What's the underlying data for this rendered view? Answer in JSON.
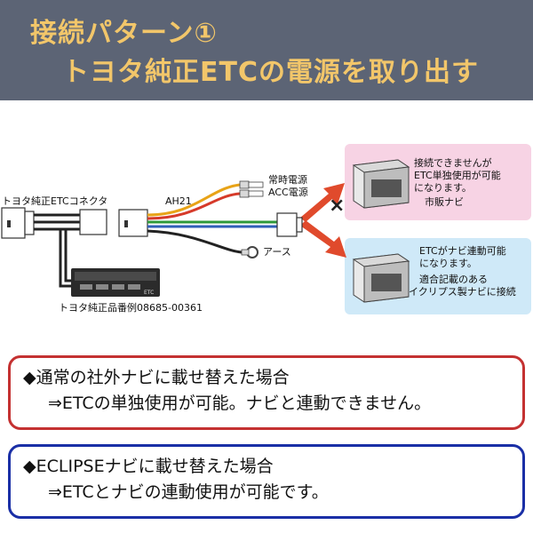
{
  "header": {
    "title_line1": "接続パターン①",
    "title_line2": "トヨタ純正ETCの電源を取り出す",
    "bg_color": "#5c6475",
    "text_color": "#f2c66a"
  },
  "diagram": {
    "connector_label": "トヨタ純正ETCコネクタ",
    "harness_label": "AH21",
    "constant_power_label": "常時電源",
    "acc_power_label": "ACC電源",
    "ground_label": "アース",
    "part_number_label": "トヨタ純正品番例08685-00361",
    "etc_unit_text": "ETC",
    "no_link_mark": "×",
    "aftermarket_box": {
      "line1": "接続できませんが",
      "line2": "ETC単独使用が可能",
      "line3": "になります。",
      "caption": "市販ナビ",
      "color": "#f7d3e4"
    },
    "eclipse_box": {
      "line1": "ETCがナビ連動可能",
      "line2": "になります。",
      "line3": "適合記載のある",
      "line4": "イクリプス製ナビに接続",
      "color": "#cfe9f8"
    },
    "wire_colors": {
      "constant": "#e8a317",
      "acc": "#d63a2a",
      "green": "#2e9a3a",
      "blue": "#2f5fb8",
      "ground": "#222222"
    }
  },
  "notes": [
    {
      "line1": "◆通常の社外ナビに載せ替えた場合",
      "line2": "⇒ETCの単独使用が可能。ナビと連動できません。",
      "border_color": "#c43131"
    },
    {
      "line1": "◆ECLIPSEナビに載せ替えた場合",
      "line2": "⇒ETCとナビの連動使用が可能です。",
      "border_color": "#1a2fa6"
    }
  ]
}
